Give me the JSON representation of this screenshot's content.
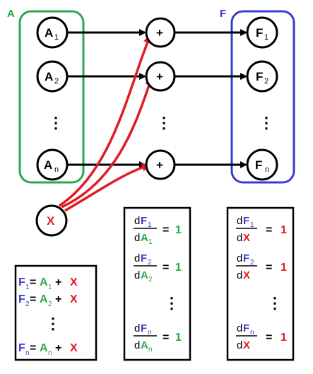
{
  "colors": {
    "green": "#2aa84a",
    "blue": "#3a3ad0",
    "red": "#e01b24",
    "black": "#000000"
  },
  "labels": {
    "box_a": "A",
    "box_f": "F",
    "a_nodes": [
      {
        "main": "A",
        "sub": "1"
      },
      {
        "main": "A",
        "sub": "2"
      },
      {
        "main": "A",
        "sub": "n"
      }
    ],
    "plus_nodes": [
      "+",
      "+",
      "+"
    ],
    "f_nodes": [
      {
        "main": "F",
        "sub": "1"
      },
      {
        "main": "F",
        "sub": "2"
      },
      {
        "main": "F",
        "sub": "n"
      }
    ],
    "x_node": "X",
    "ellipsis": "⋮"
  },
  "equations": {
    "sums": [
      {
        "f": "F",
        "fsub": "1",
        "eq": "=",
        "a": "A",
        "asub": "1",
        "plus": "+",
        "x": "X"
      },
      {
        "f": "F",
        "fsub": "2",
        "eq": "=",
        "a": "A",
        "asub": "2",
        "plus": "+",
        "x": "X"
      },
      {
        "f": "F",
        "fsub": "n",
        "eq": "=",
        "a": "A",
        "asub": "n",
        "plus": "+",
        "x": "X"
      }
    ],
    "dF_dA": [
      {
        "d_top": "d",
        "f": "F",
        "fsub": "1",
        "d_bot": "d",
        "a": "A",
        "asub": "1",
        "eq": "=",
        "val": "1"
      },
      {
        "d_top": "d",
        "f": "F",
        "fsub": "2",
        "d_bot": "d",
        "a": "A",
        "asub": "2",
        "eq": "=",
        "val": "1"
      },
      {
        "d_top": "d",
        "f": "F",
        "fsub": "n",
        "d_bot": "d",
        "a": "A",
        "asub": "n",
        "eq": "=",
        "val": "1"
      }
    ],
    "dF_dX": [
      {
        "d_top": "d",
        "f": "F",
        "fsub": "1",
        "d_bot": "d",
        "x": "X",
        "eq": "=",
        "val": "1"
      },
      {
        "d_top": "d",
        "f": "F",
        "fsub": "2",
        "d_bot": "d",
        "x": "X",
        "eq": "=",
        "val": "1"
      },
      {
        "d_top": "d",
        "f": "F",
        "fsub": "n",
        "d_bot": "d",
        "x": "X",
        "eq": "=",
        "val": "1"
      }
    ]
  }
}
